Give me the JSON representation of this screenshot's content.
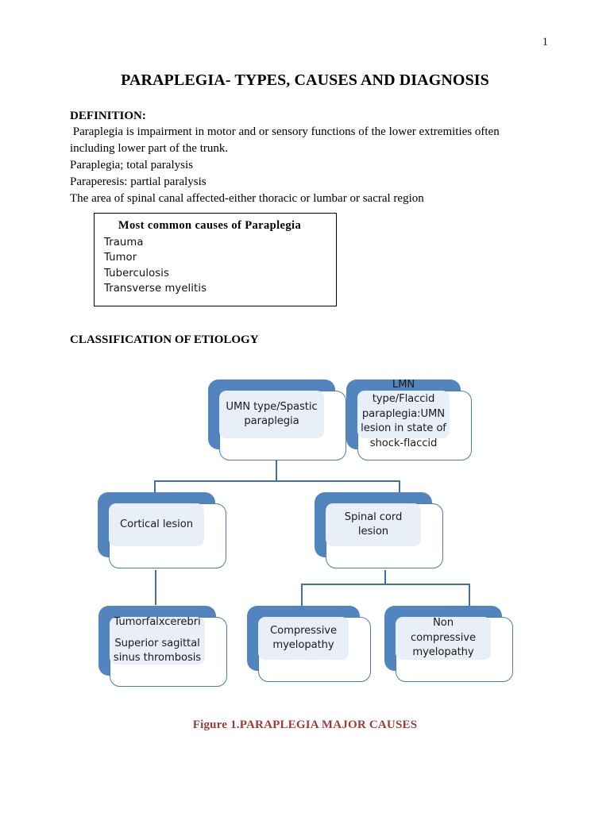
{
  "page": {
    "number": "1",
    "title": "PARAPLEGIA- TYPES, CAUSES AND DIAGNOSIS"
  },
  "definition": {
    "heading": "DEFINITION:",
    "lines": [
      " Paraplegia is impairment in motor and or sensory functions of the lower extremities often",
      "including lower part of the trunk.",
      "Paraplegia; total paralysis",
      "Paraperesis: partial paralysis",
      "The area of spinal canal affected-either thoracic or lumbar or sacral region"
    ]
  },
  "causes_box": {
    "title": "Most common causes of Paraplegia",
    "items": [
      "Trauma",
      "Tumor",
      "Tuberculosis",
      "Transverse myelitis"
    ]
  },
  "classification": {
    "heading": "CLASSIFICATION OF ETIOLOGY"
  },
  "diagram": {
    "accent_color": "#5284bd",
    "card_border_color": "#4a7db5",
    "inner_fill_color": "#e9eff8",
    "connector_color": "#3f6fa5",
    "nodes": {
      "umn": "UMN type/Spastic\nparaplegia",
      "lmn": "LMN type/Flaccid\nparaplegia:UMN\nlesion in state  of\nshock-flaccid",
      "cortical": "Cortical lesion",
      "spinal": "Spinal cord lesion",
      "tumor_falx_line1": "Tumorfalxcerebri",
      "tumor_falx_line2": "Superior sagittal\nsinus thrombosis",
      "compressive": "Compressive\nmyelopathy",
      "non_compressive": "Non compressive\nmyelopathy"
    }
  },
  "figure": {
    "caption": "Figure 1.PARAPLEGIA MAJOR CAUSES",
    "caption_color": "#9e3b35"
  }
}
